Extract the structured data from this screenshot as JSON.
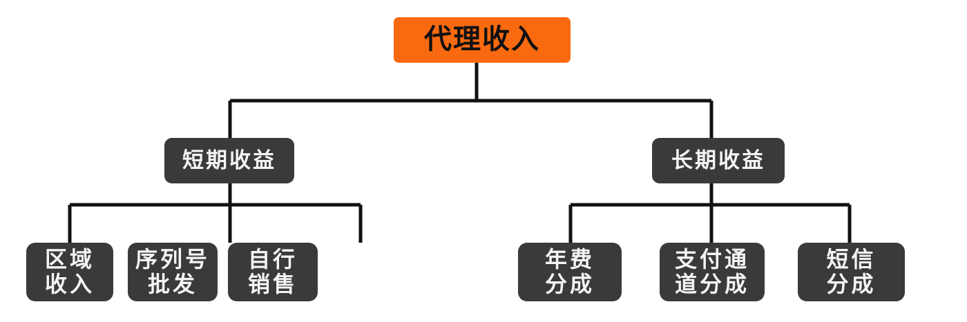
{
  "diagram": {
    "type": "org-tree",
    "orientation": "top-down",
    "colors": {
      "root_fill": "#f96a10",
      "root_text": "#111111",
      "node_fill": "#3a3a38",
      "node_text": "#f4f4f2",
      "connector": "#111111",
      "background": "#ffffff"
    },
    "root": {
      "label": "代理收入"
    },
    "branches": [
      {
        "label": "短期收益",
        "children": [
          {
            "label": "区域\n收入"
          },
          {
            "label": "序列号\n批发"
          },
          {
            "label": "自行\n销售"
          }
        ]
      },
      {
        "label": "长期收益",
        "children": [
          {
            "label": "年费\n分成"
          },
          {
            "label": "支付通\n道分成"
          },
          {
            "label": "短信\n分成"
          }
        ]
      }
    ]
  }
}
